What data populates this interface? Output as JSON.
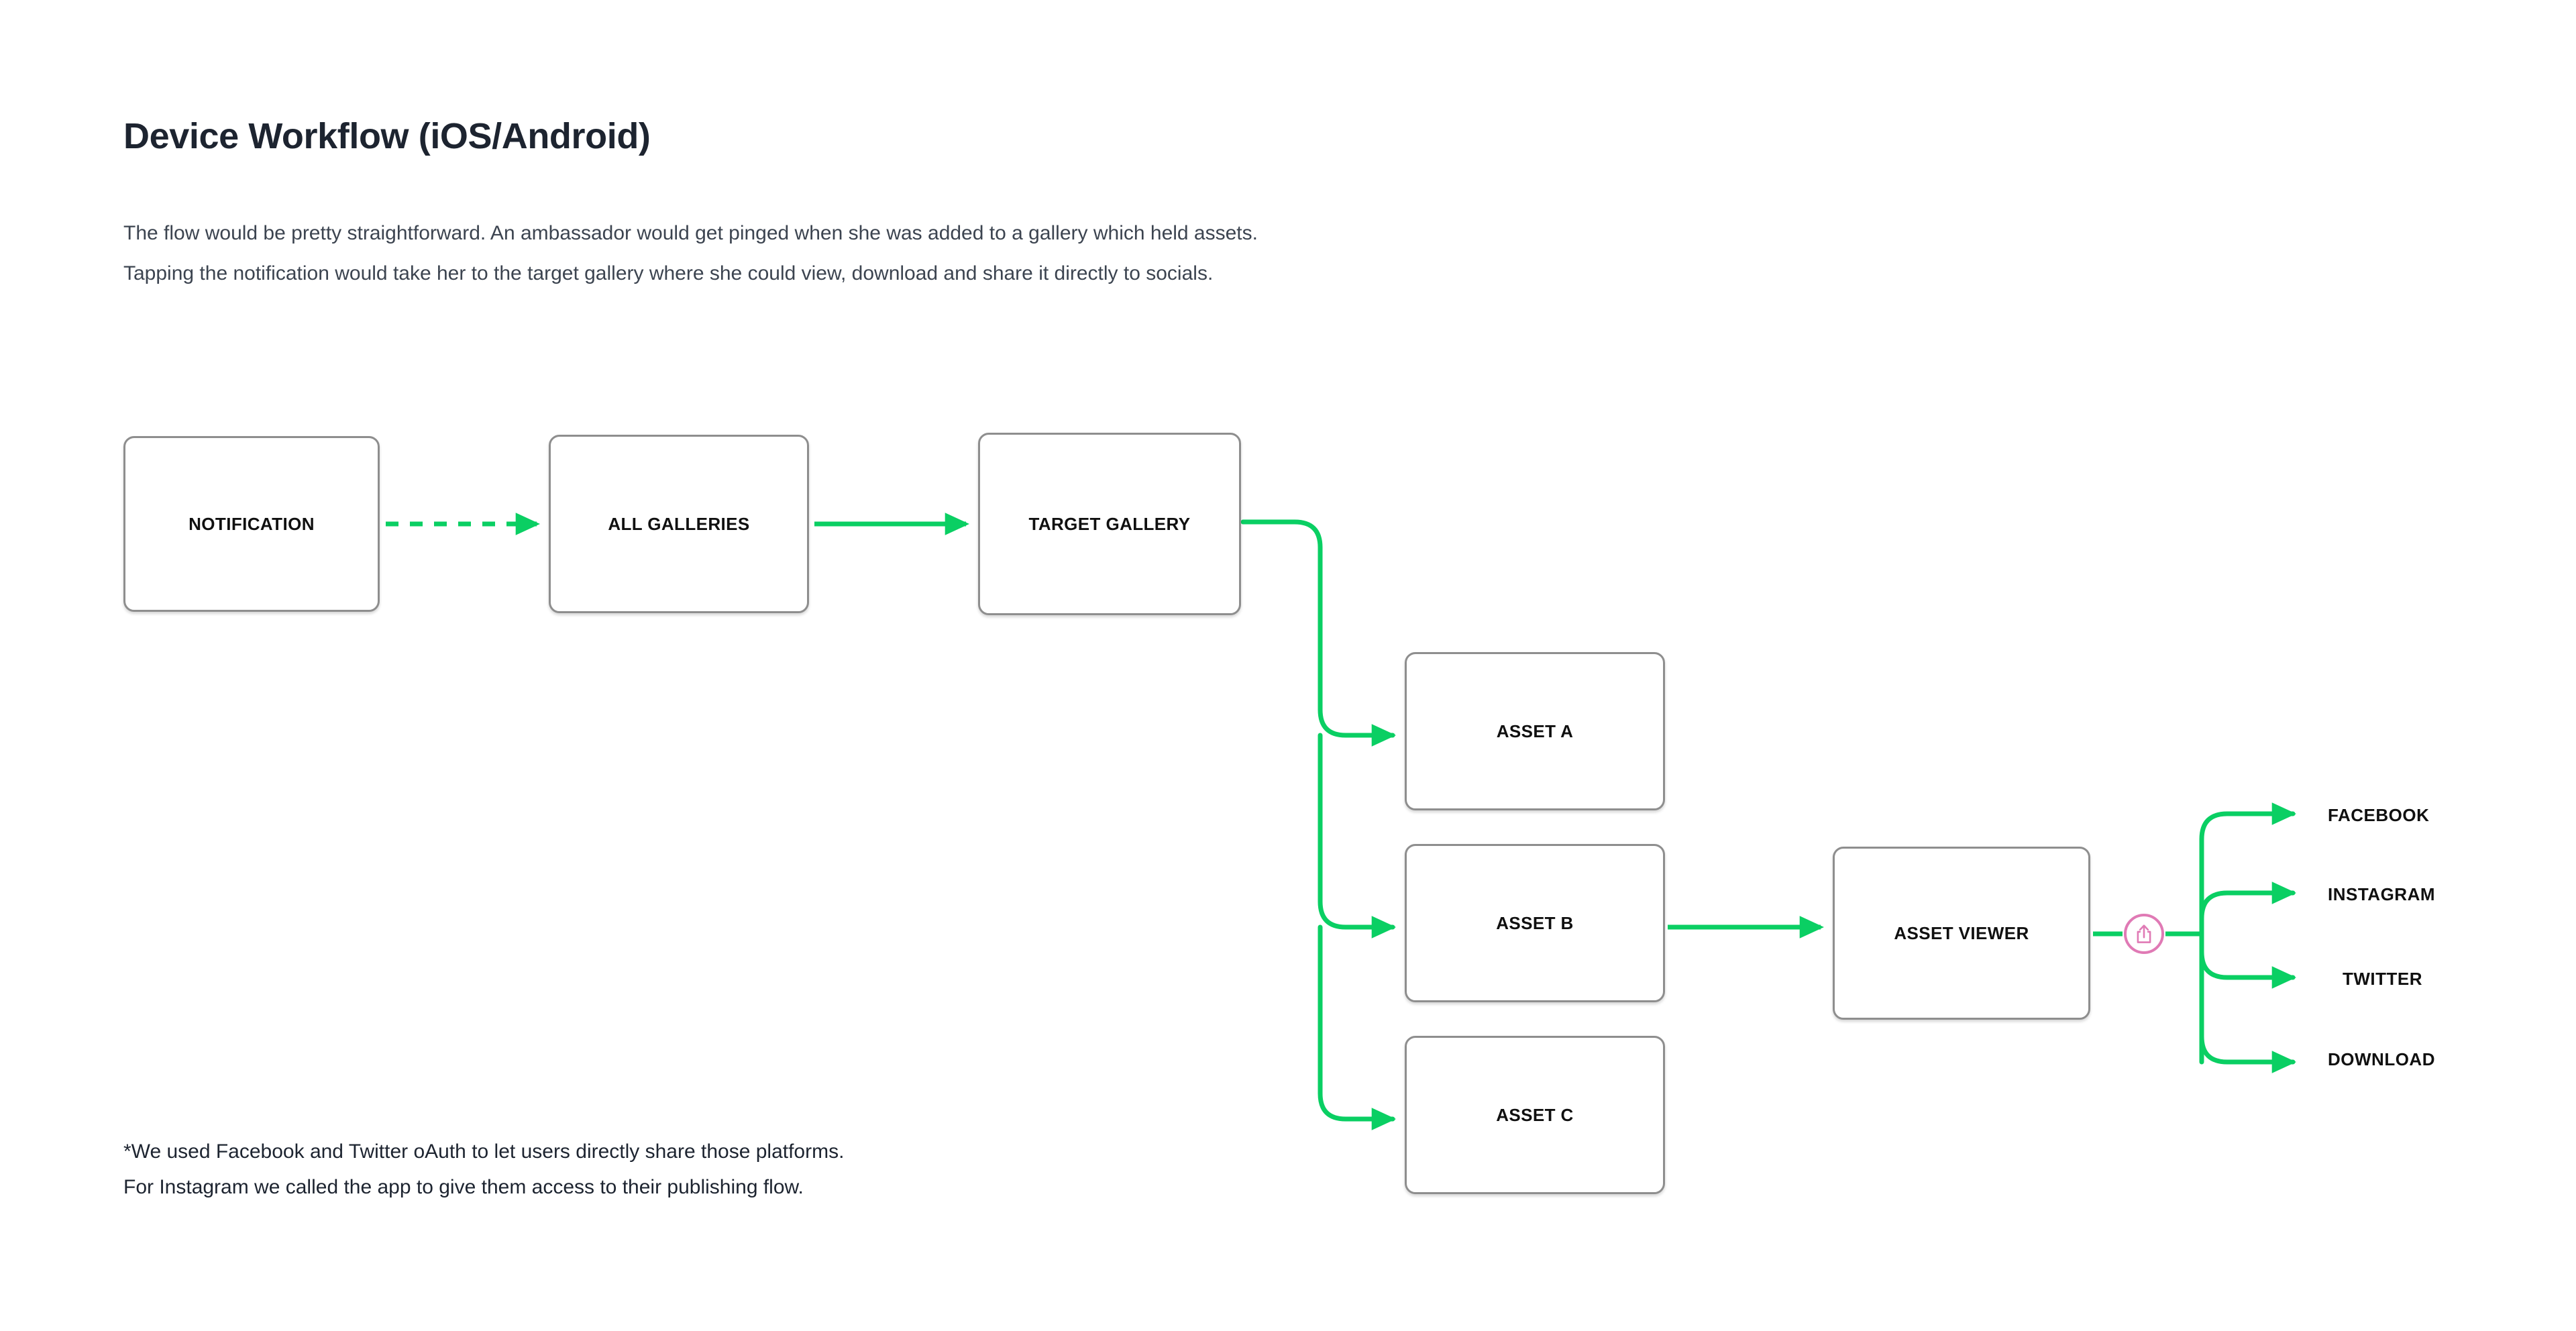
{
  "page": {
    "title": "Device Workflow (iOS/Android)",
    "intro_lines": [
      "The flow would be pretty straightforward. An ambassador would get pinged when she was added to a gallery which held assets.",
      "Tapping the notification would take her to the target gallery where she could view, download and share it directly to socials."
    ],
    "footnote_lines": [
      "*We used Facebook and Twitter oAuth to let users directly share those platforms.",
      "For Instagram we called the app to give them access to their publishing flow."
    ]
  },
  "colors": {
    "accent_green": "#0ACF63",
    "node_border": "#8E8E8E",
    "share_pink": "#E07AB5",
    "title_text": "#1D2430",
    "body_text": "#3C4450"
  },
  "diagram": {
    "type": "flowchart",
    "nodes": [
      {
        "id": "notification",
        "label": "NOTIFICATION"
      },
      {
        "id": "all-galleries",
        "label": "ALL GALLERIES"
      },
      {
        "id": "target-gallery",
        "label": "TARGET GALLERY"
      },
      {
        "id": "asset-a",
        "label": "ASSET A"
      },
      {
        "id": "asset-b",
        "label": "ASSET B"
      },
      {
        "id": "asset-c",
        "label": "ASSET C"
      },
      {
        "id": "asset-viewer",
        "label": "ASSET VIEWER"
      }
    ],
    "share_icon": {
      "name": "share-icon",
      "glyph": "ios-share-box-up-arrow"
    },
    "endpoints": [
      {
        "id": "facebook",
        "label": "FACEBOOK"
      },
      {
        "id": "instagram",
        "label": "INSTAGRAM"
      },
      {
        "id": "twitter",
        "label": "TWITTER"
      },
      {
        "id": "download",
        "label": "DOWNLOAD"
      }
    ],
    "edges": [
      {
        "from": "notification",
        "to": "all-galleries",
        "style": "dashed"
      },
      {
        "from": "all-galleries",
        "to": "target-gallery",
        "style": "solid"
      },
      {
        "from": "target-gallery",
        "to": "asset-a",
        "style": "solid"
      },
      {
        "from": "target-gallery",
        "to": "asset-b",
        "style": "solid"
      },
      {
        "from": "target-gallery",
        "to": "asset-c",
        "style": "solid"
      },
      {
        "from": "asset-b",
        "to": "asset-viewer",
        "style": "solid"
      },
      {
        "from": "asset-viewer",
        "to": "facebook",
        "style": "solid"
      },
      {
        "from": "asset-viewer",
        "to": "instagram",
        "style": "solid"
      },
      {
        "from": "asset-viewer",
        "to": "twitter",
        "style": "solid"
      },
      {
        "from": "asset-viewer",
        "to": "download",
        "style": "solid"
      }
    ]
  }
}
